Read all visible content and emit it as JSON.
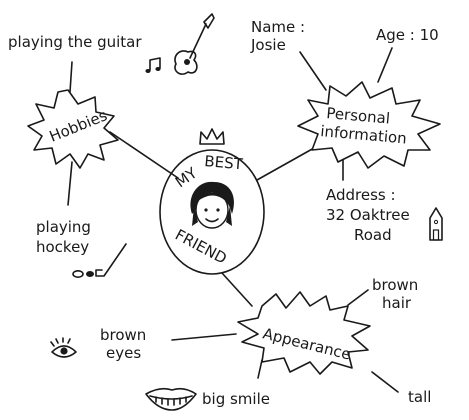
{
  "center": {
    "title": "MY BEST FRIEND",
    "title_parts": [
      "MY",
      "BEST",
      "FRIEND"
    ]
  },
  "hobbies": {
    "label": "Hobbies",
    "items": [
      "playing the guitar",
      "playing",
      "hockey"
    ]
  },
  "personal": {
    "label_line1": "Personal",
    "label_line2": "information",
    "name_label": "Name :",
    "name_value": "Josie",
    "age": "Age : 10",
    "address_label": "Address :",
    "address_line1": "32 Oaktree",
    "address_line2": "Road"
  },
  "appearance": {
    "label": "Appearance",
    "hair_line1": "brown",
    "hair_line2": "hair",
    "eyes_line1": "brown",
    "eyes_line2": "eyes",
    "smile": "big smile",
    "height": "tall"
  },
  "icons": [
    "crown-icon",
    "girl-face-icon",
    "guitar-icon",
    "music-notes-icon",
    "hockey-stick-icon",
    "house-icon",
    "eye-icon",
    "smile-icon"
  ]
}
